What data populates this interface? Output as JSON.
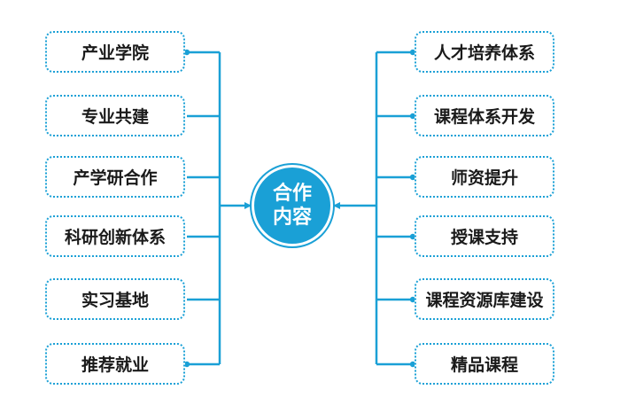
{
  "center": {
    "line1": "合作",
    "line2": "内容"
  },
  "left_items": [
    "产业学院",
    "专业共建",
    "产学研合作",
    "科研创新体系",
    "实习基地",
    "推荐就业"
  ],
  "right_items": [
    "人才培养体系",
    "课程体系开发",
    "师资提升",
    "授课支持",
    "课程资源库建设",
    "精品课程"
  ],
  "colors": {
    "accent": "#1aa0d6",
    "text": "#1a1a1a",
    "background": "#ffffff"
  }
}
